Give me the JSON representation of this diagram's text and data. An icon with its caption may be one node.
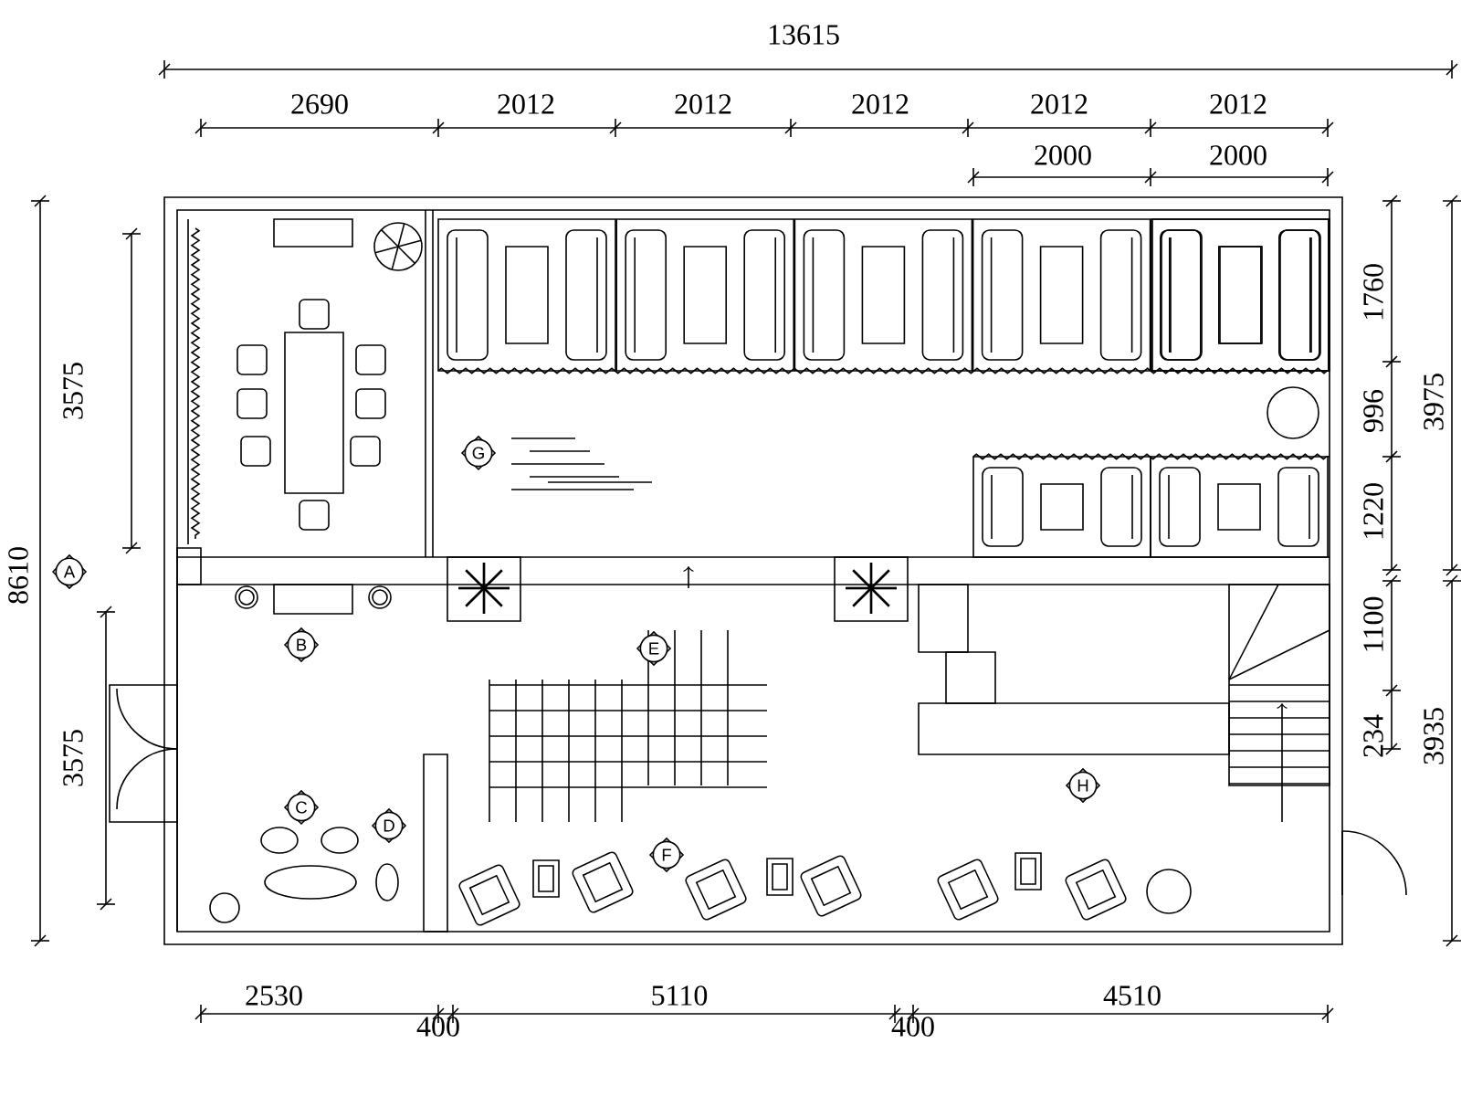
{
  "diagram": {
    "labels": [
      "13615",
      "2690",
      "2012",
      "2012",
      "2012",
      "2012",
      "2012",
      "2000",
      "2000",
      "8610",
      "3575",
      "3575",
      "1760",
      "996",
      "1220",
      "3975",
      "1100",
      "234",
      "3935",
      "2530",
      "400",
      "5110",
      "400",
      "4510",
      "A",
      "B",
      "C",
      "D",
      "E",
      "F",
      "G",
      "H"
    ]
  }
}
